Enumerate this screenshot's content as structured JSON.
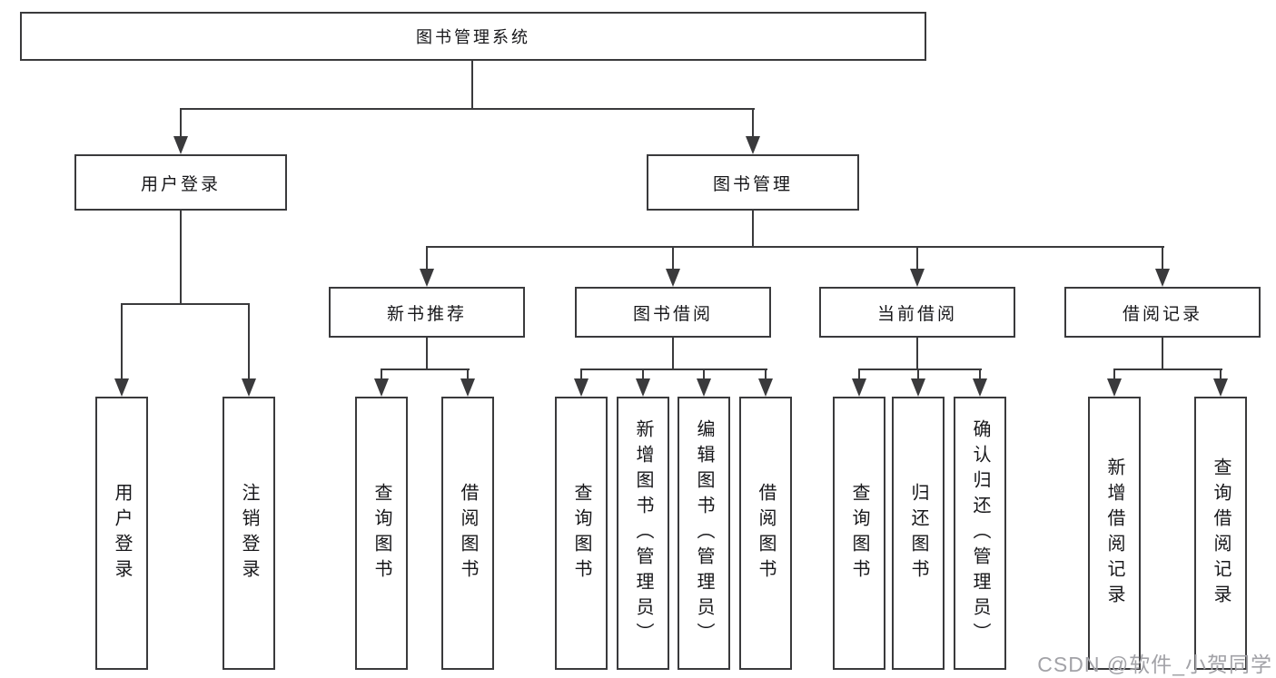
{
  "tree": {
    "label": "图书管理系统",
    "children": [
      {
        "label": "用户登录",
        "children": [
          {
            "label": "用户登录"
          },
          {
            "label": "注销登录"
          }
        ]
      },
      {
        "label": "图书管理",
        "children": [
          {
            "label": "新书推荐",
            "children": [
              {
                "label": "查询图书"
              },
              {
                "label": "借阅图书"
              }
            ]
          },
          {
            "label": "图书借阅",
            "children": [
              {
                "label": "查询图书"
              },
              {
                "label": "新增图书（管理员）"
              },
              {
                "label": "编辑图书（管理员）"
              },
              {
                "label": "借阅图书"
              }
            ]
          },
          {
            "label": "当前借阅",
            "children": [
              {
                "label": "查询图书"
              },
              {
                "label": "归还图书"
              },
              {
                "label": "确认归还（管理员）"
              }
            ]
          },
          {
            "label": "借阅记录",
            "children": [
              {
                "label": "新增借阅记录"
              },
              {
                "label": "查询借阅记录"
              }
            ]
          }
        ]
      }
    ]
  },
  "watermark": {
    "text": "CSDN @软件_小贺同学"
  },
  "colors": {
    "line": "#3a3a3c",
    "text": "#17171a",
    "watermark": "#a2a2a7",
    "background": "#ffffff"
  }
}
